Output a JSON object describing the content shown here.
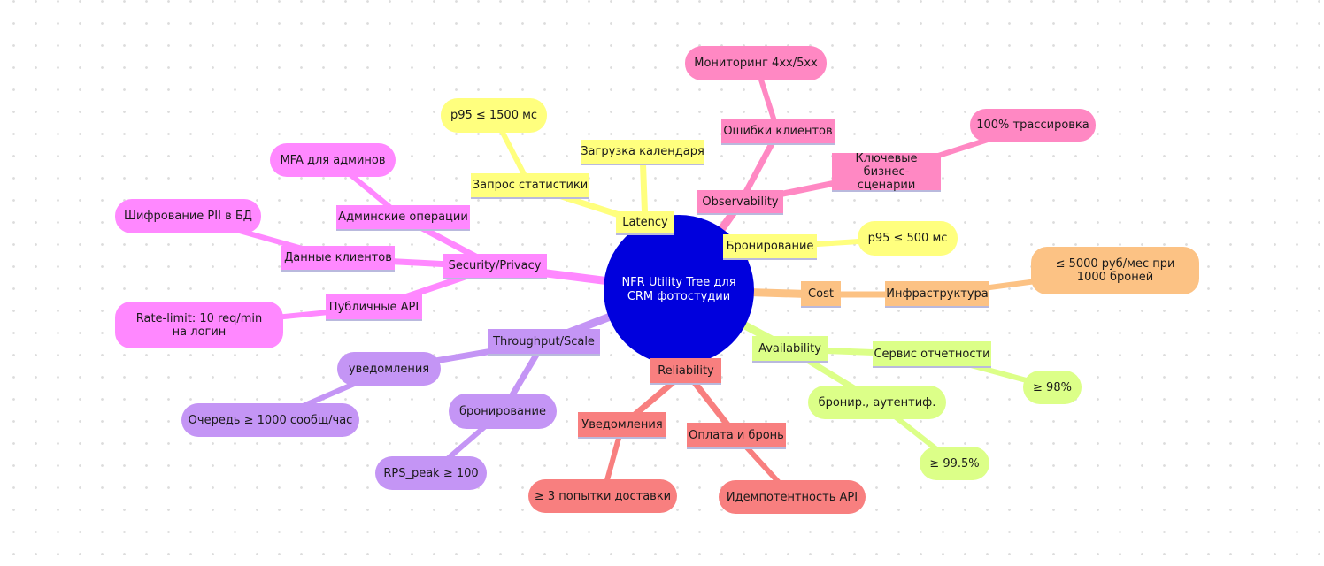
{
  "center": "NFR Utility Tree для CRM фотостудии",
  "branches": {
    "latency": {
      "label": "Latency",
      "calendar": "Загрузка календаря",
      "stats": "Запрос статистики",
      "stats_target": "p95 ≤ 1500 мс",
      "booking": "Бронирование",
      "booking_target": "p95 ≤ 500 мс"
    },
    "observability": {
      "label": "Observability",
      "client_errors": "Ошибки клиентов",
      "monitoring": "Мониторинг 4xx/5xx",
      "key_scenarios": "Ключевые бизнес-сценарии",
      "tracing": "100% трассировка"
    },
    "security": {
      "label": "Security/Privacy",
      "admin_ops": "Админские операции",
      "mfa": "MFA для админов",
      "client_data": "Данные клиентов",
      "pii": "Шифрование PII в БД",
      "public_api": "Публичные API",
      "rate_limit": "Rate-limit: 10 req/min на логин"
    },
    "throughput": {
      "label": "Throughput/Scale",
      "notifications": "уведомления",
      "queue": "Очередь ≥ 1000 сообщ/час",
      "booking": "бронирование",
      "rps": "RPS_peak ≥ 100"
    },
    "reliability": {
      "label": "Reliability",
      "notifications": "Уведомления",
      "retries": "≥ 3 попытки доставки",
      "payment": "Оплата и бронь",
      "idempotency": "Идемпотентность API"
    },
    "cost": {
      "label": "Cost",
      "infra": "Инфраструктура",
      "budget": "≤ 5000 руб/мес при 1000 броней"
    },
    "availability": {
      "label": "Availability",
      "reporting": "Сервис отчетности",
      "reporting_target": "≥ 98%",
      "booking_auth": "бронир., аутентиф.",
      "booking_auth_target": "≥ 99.5%"
    }
  },
  "colors": {
    "center": "#0000dd",
    "latency": "#ffff7e",
    "observability": "#ff88c3",
    "security": "#ff88ff",
    "throughput": "#c495f5",
    "reliability": "#f87f7f",
    "cost": "#fcc284",
    "availability": "#dcff88"
  }
}
